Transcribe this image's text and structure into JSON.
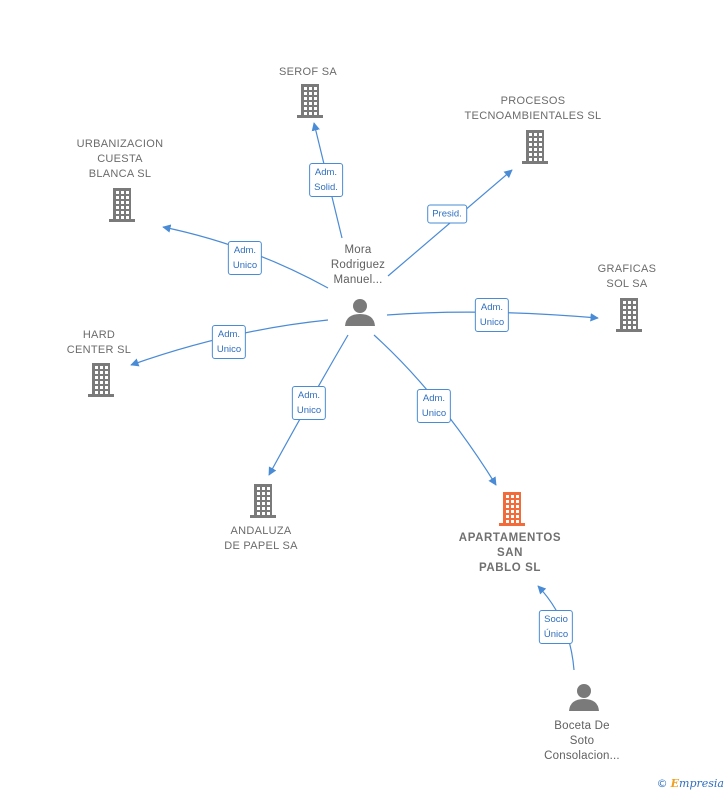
{
  "colors": {
    "edge": "#4a8bd6",
    "building": "#7a7a7a",
    "building_focus": "#f26b3a",
    "person": "#7a7a7a",
    "label_text": "#6b6b6b"
  },
  "people": [
    {
      "id": "mora",
      "label": "Mora\nRodriguez\nManuel...",
      "icon": "person-icon"
    },
    {
      "id": "boceta",
      "label": "Boceta De\nSoto\nConsolacion...",
      "icon": "person-icon"
    }
  ],
  "companies": [
    {
      "id": "serof",
      "label": "SEROF SA",
      "icon": "building-icon",
      "focus": false
    },
    {
      "id": "procesos",
      "label": "PROCESOS\nTECNOAMBIENTALES SL",
      "icon": "building-icon",
      "focus": false
    },
    {
      "id": "urbanizacion",
      "label": "URBANIZACION\nCUESTA\nBLANCA SL",
      "icon": "building-icon",
      "focus": false
    },
    {
      "id": "graficas",
      "label": "GRAFICAS\nSOL SA",
      "icon": "building-icon",
      "focus": false
    },
    {
      "id": "hard",
      "label": "HARD\nCENTER SL",
      "icon": "building-icon",
      "focus": false
    },
    {
      "id": "andaluza",
      "label": "ANDALUZA\nDE PAPEL SA",
      "icon": "building-icon",
      "focus": false
    },
    {
      "id": "apartamentos",
      "label": "APARTAMENTOS\nSAN\nPABLO  SL",
      "icon": "building-icon",
      "focus": true
    }
  ],
  "edges": [
    {
      "from": "mora",
      "to": "serof",
      "label": "Adm.\nSolid."
    },
    {
      "from": "mora",
      "to": "procesos",
      "label": "Presid."
    },
    {
      "from": "mora",
      "to": "urbanizacion",
      "label": "Adm.\nUnico"
    },
    {
      "from": "mora",
      "to": "graficas",
      "label": "Adm.\nUnico"
    },
    {
      "from": "mora",
      "to": "hard",
      "label": "Adm.\nUnico"
    },
    {
      "from": "mora",
      "to": "andaluza",
      "label": "Adm.\nUnico"
    },
    {
      "from": "mora",
      "to": "apartamentos",
      "label": "Adm.\nUnico"
    },
    {
      "from": "boceta",
      "to": "apartamentos",
      "label": "Socio\nÚnico"
    }
  ],
  "watermark": {
    "symbol": "©",
    "brand_initial": "E",
    "brand_rest": "mpresia"
  }
}
